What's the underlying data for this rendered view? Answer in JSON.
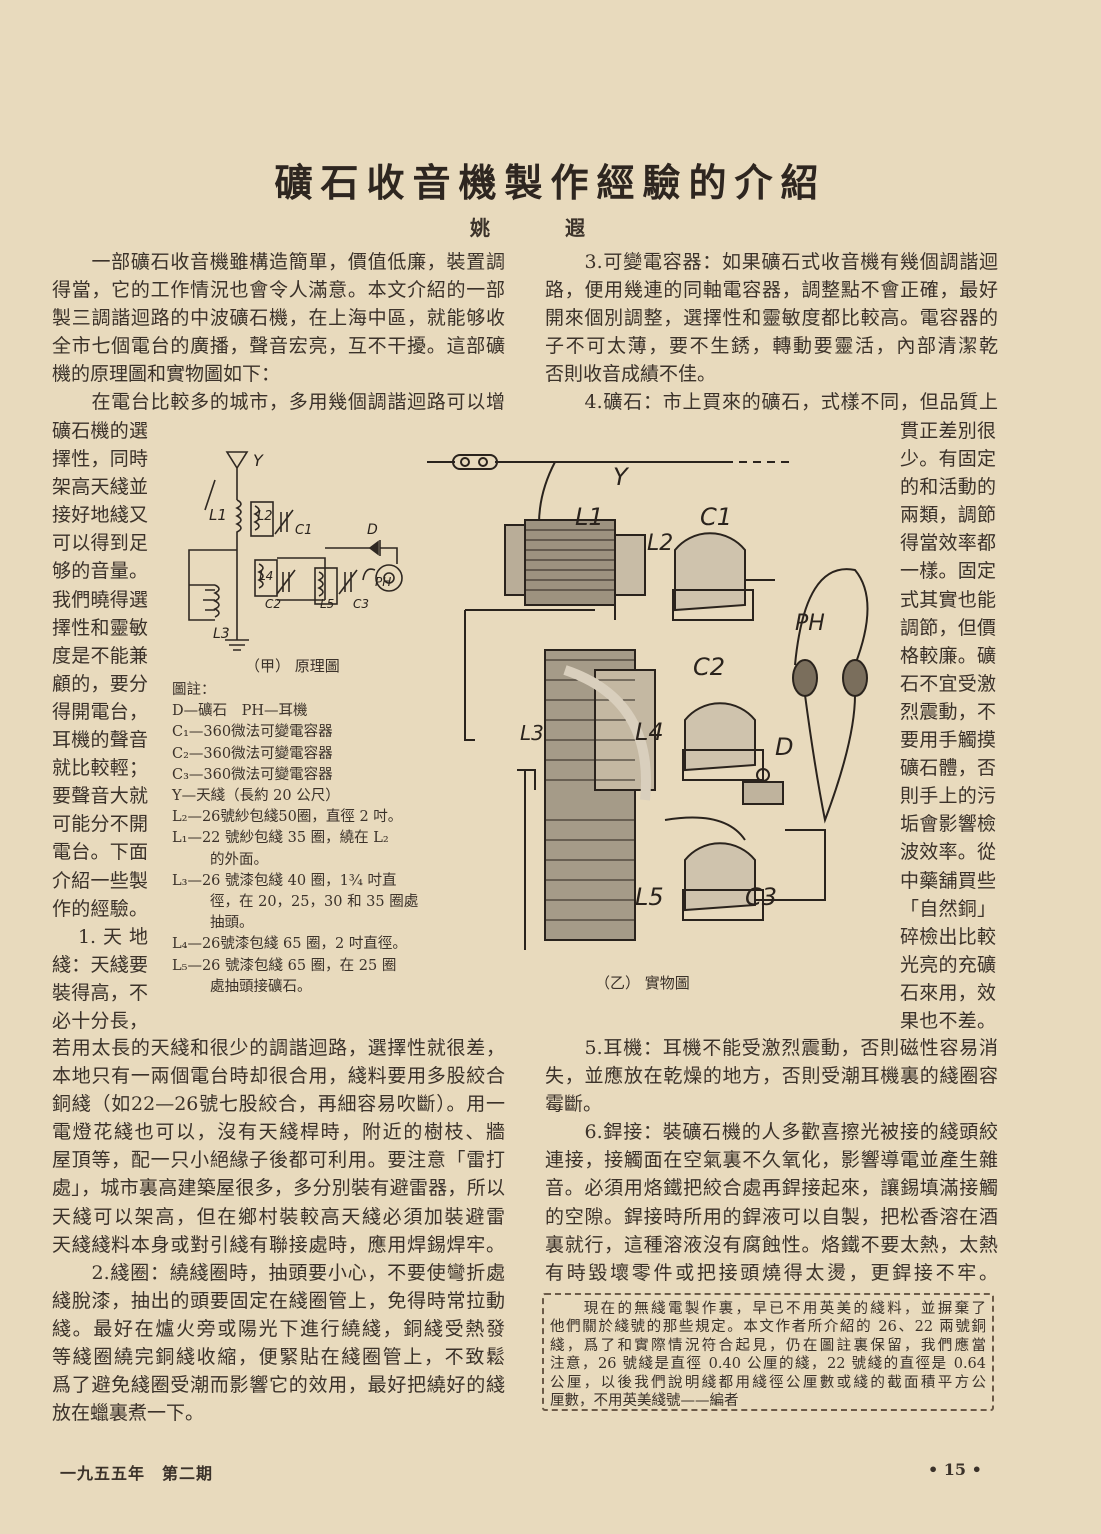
{
  "title": "礦石收音機製作經驗的介紹",
  "author": "姚 遐",
  "left": {
    "intro": [
      [
        "　　一部礦石收音機雖構造簡單，價值低廉，裝置調整",
        "得當，它的工作情況也會令人滿意。本文介紹的一部自",
        "製三調諧迴路的中波礦石機，在上海中區，就能够收聽",
        "全市七個電台的廣播，聲音宏亮，互不干擾。這部礦石",
        "機的原理圖和實物圖如下："
      ],
      [
        "　　在電台比較多的城市，多用幾個調諧迴路可以增加"
      ]
    ],
    "wrap": [
      [
        "礦石機的選",
        "擇性，同時",
        "架高天綫並",
        "接好地綫又",
        "可以得到足",
        "够的音量。",
        "我們曉得選",
        "擇性和靈敏",
        "度是不能兼",
        "顧的，要分",
        "得開電台，",
        "耳機的聲音",
        "就比較輕；",
        "要聲音大就",
        "可能分不開",
        "電台。下面",
        "介紹一些製",
        "作的經驗。"
      ],
      [
        "　1.天地",
        "綫：天綫要",
        "裝得高，不",
        "必十分長，"
      ]
    ],
    "after": [
      [
        "若用太長的天綫和很少的調諧迴路，選擇性就很差，但",
        "本地只有一兩個電台時却很合用，綫料要用多股絞合的",
        "銅綫（如22—26號七股絞合，再細容易吹斷）。用一股",
        "電燈花綫也可以，沒有天綫桿時，附近的樹枝、牆角、",
        "屋頂等，配一只小絕緣子後都可利用。要注意「雷打高",
        "處」，城市裏高建築屋很多，多分別裝有避雷器，所以",
        "天綫可以架高，但在鄉村裝較高天綫必須加裝避雷器。",
        "天綫綫料本身或對引綫有聯接處時，應用焊錫焊牢。"
      ],
      [
        "　　2.綫圈：繞綫圈時，抽頭要小心，不要使彎折處的",
        "綫脫漆，抽出的頭要固定在綫圈管上，免得時常拉動斷",
        "綫。最好在爐火旁或陽光下進行繞綫，銅綫受熱發漲，",
        "等綫圈繞完銅綫收縮，便緊貼在綫圈管上，不致鬆脫。",
        "爲了避免綫圈受潮而影響它的效用，最好把繞好的綫圈",
        "放在蠟裏煮一下。"
      ]
    ]
  },
  "right": {
    "intro": [
      [
        "　　3.可變電容器：如果礦石式收音機有幾個調諧迴",
        "路，便用幾連的同軸電容器，調整點不會正確，最好分",
        "開來個別調整，選擇性和靈敏度都比較高。電容器的片",
        "子不可太薄，要不生銹，轉動要靈活，內部清潔乾燥，",
        "否則收音成績不佳。"
      ],
      [
        "　　4.礦石：市上買來的礦石，式樣不同，但品質上的"
      ]
    ],
    "wrap": [
      [
        "貫正差別很",
        "少。有固定",
        "的和活動的",
        "兩類，調節",
        "得當效率都",
        "一樣。固定",
        "式其實也能",
        "調節，但價",
        "格較廉。礦",
        "石不宜受激",
        "烈震動，不",
        "要用手觸摸",
        "礦石體，否",
        "則手上的污",
        "垢會影響檢",
        "波效率。從",
        "中藥舖買些",
        "「自然銅」敲",
        "碎檢出比較",
        "光亮的充礦",
        "石來用，效",
        "果也不差。"
      ]
    ],
    "after": [
      [
        "　　5.耳機：耳機不能受激烈震動，否則磁性容易消",
        "失，並應放在乾燥的地方，否則受潮耳機裏的綫圈容易",
        "霉斷。"
      ],
      [
        "　　6.銲接：裝礦石機的人多歡喜擦光被接的綫頭絞合",
        "連接，接觸面在空氣裏不久氧化，影響導電並產生雜",
        "音。必須用烙鐵把絞合處再銲接起來，讓錫填滿接觸處",
        "的空隙。銲接時所用的銲液可以自製，把松香溶在酒精",
        "裏就行，這種溶液沒有腐蝕性。烙鐵不要太熱，太熱了",
        "有時毀壞零件或把接頭燒得太燙，更銲接不牢。"
      ]
    ]
  },
  "figure_a": {
    "caption": "（甲） 原理圖",
    "legend_title": "圖註：",
    "legend": [
      {
        "text": "D—礦石　PH—耳機"
      },
      {
        "text": "C₁—360微法可變電容器"
      },
      {
        "text": "C₂—360微法可變電容器"
      },
      {
        "text": "C₃—360微法可變電容器"
      },
      {
        "text": "Y—天綫（長約 20 公尺）"
      },
      {
        "text": "L₂—26號紗包綫50圈，直徑 2 吋。"
      },
      {
        "text": "L₁—22 號紗包綫 35 圈，繞在 L₂",
        "cont": "的外面。"
      },
      {
        "text": "L₃—26 號漆包綫 40 圈，1¾ 吋直",
        "cont": "徑，在 20，25，30 和 35 圈處",
        "cont2": "抽頭。"
      },
      {
        "text": "L₄—26號漆包綫 65 圈，2 吋直徑。"
      },
      {
        "text": "L₅—26 號漆包綫 65 圈，在 25 圈",
        "cont": "處抽頭接礦石。"
      }
    ],
    "labels": {
      "Y": "Y",
      "L1": "L1",
      "L2": "L2",
      "C1": "C1",
      "D": "D",
      "L3": "L3",
      "L4": "L4",
      "C2": "C2",
      "L5": "L5",
      "C3": "C3",
      "PH": "PH"
    }
  },
  "figure_b": {
    "caption": "（乙） 實物圖",
    "labels": {
      "Y": "Y",
      "L1": "L1",
      "L2": "L2",
      "C1": "C1",
      "C2": "C2",
      "L3": "L3",
      "L4": "L4",
      "D": "D",
      "PH": "PH",
      "L5": "L5",
      "C3": "C3"
    }
  },
  "note": [
    "　　現在的無綫電製作裏，早已不用英美的綫料，並摒棄了",
    "他們關於綫號的那些規定。本文作者所介紹的 26、22 兩號銅",
    "綫，爲了和實際情況符合起見，仍在圖註裏保留，我們應當",
    "注意，26 號綫是直徑 0.40 公厘的綫，22 號綫的直徑是 0.64",
    "公厘，以後我們說明綫都用綫徑公厘數或綫的截面積平方公",
    "厘數，不用英美綫號——編者"
  ],
  "footer": {
    "issue": "一九五五年　第二期",
    "page": "• 15 •"
  }
}
